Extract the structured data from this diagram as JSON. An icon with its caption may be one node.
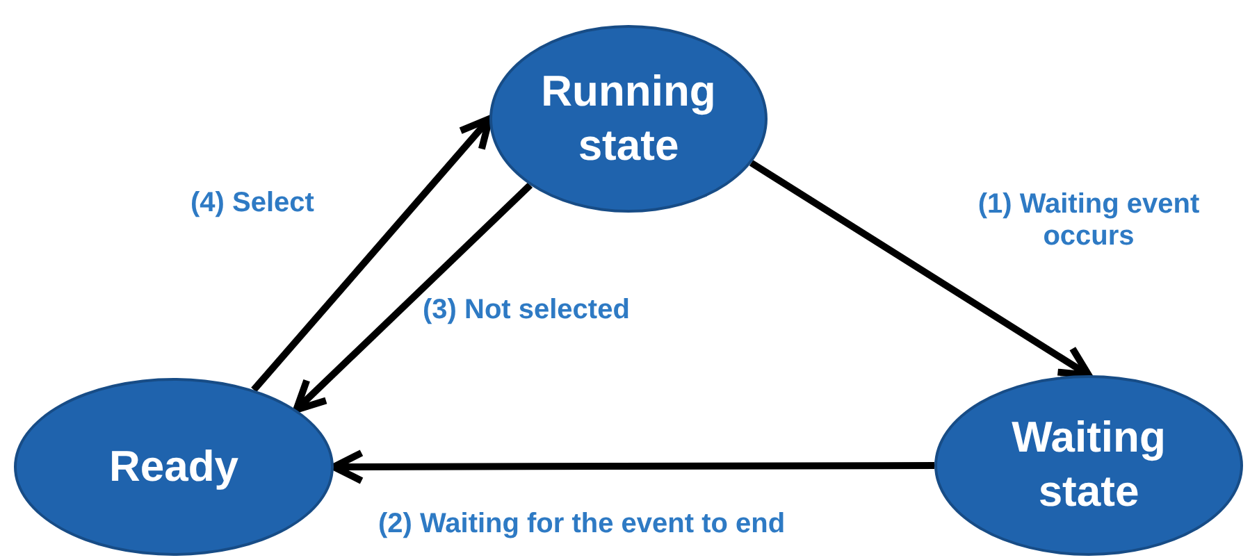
{
  "diagram": {
    "nodes": [
      {
        "text": [
          "Running state"
        ]
      },
      {
        "text": [
          "Ready"
        ]
      },
      {
        "text": [
          "Waiting state"
        ]
      }
    ],
    "edges": [
      {
        "from": 0,
        "to": 2,
        "arrow": "to",
        "label": "(1) Waiting event occurs"
      },
      {
        "from": 2,
        "to": 1,
        "arrow": "to",
        "label": "(2) Waiting for the event to end"
      },
      {
        "from": 0,
        "to": 1,
        "arrow": "to",
        "label": "(3) Not selected"
      },
      {
        "from": 1,
        "to": 0,
        "arrow": "to",
        "label": "(4) Select"
      }
    ]
  }
}
